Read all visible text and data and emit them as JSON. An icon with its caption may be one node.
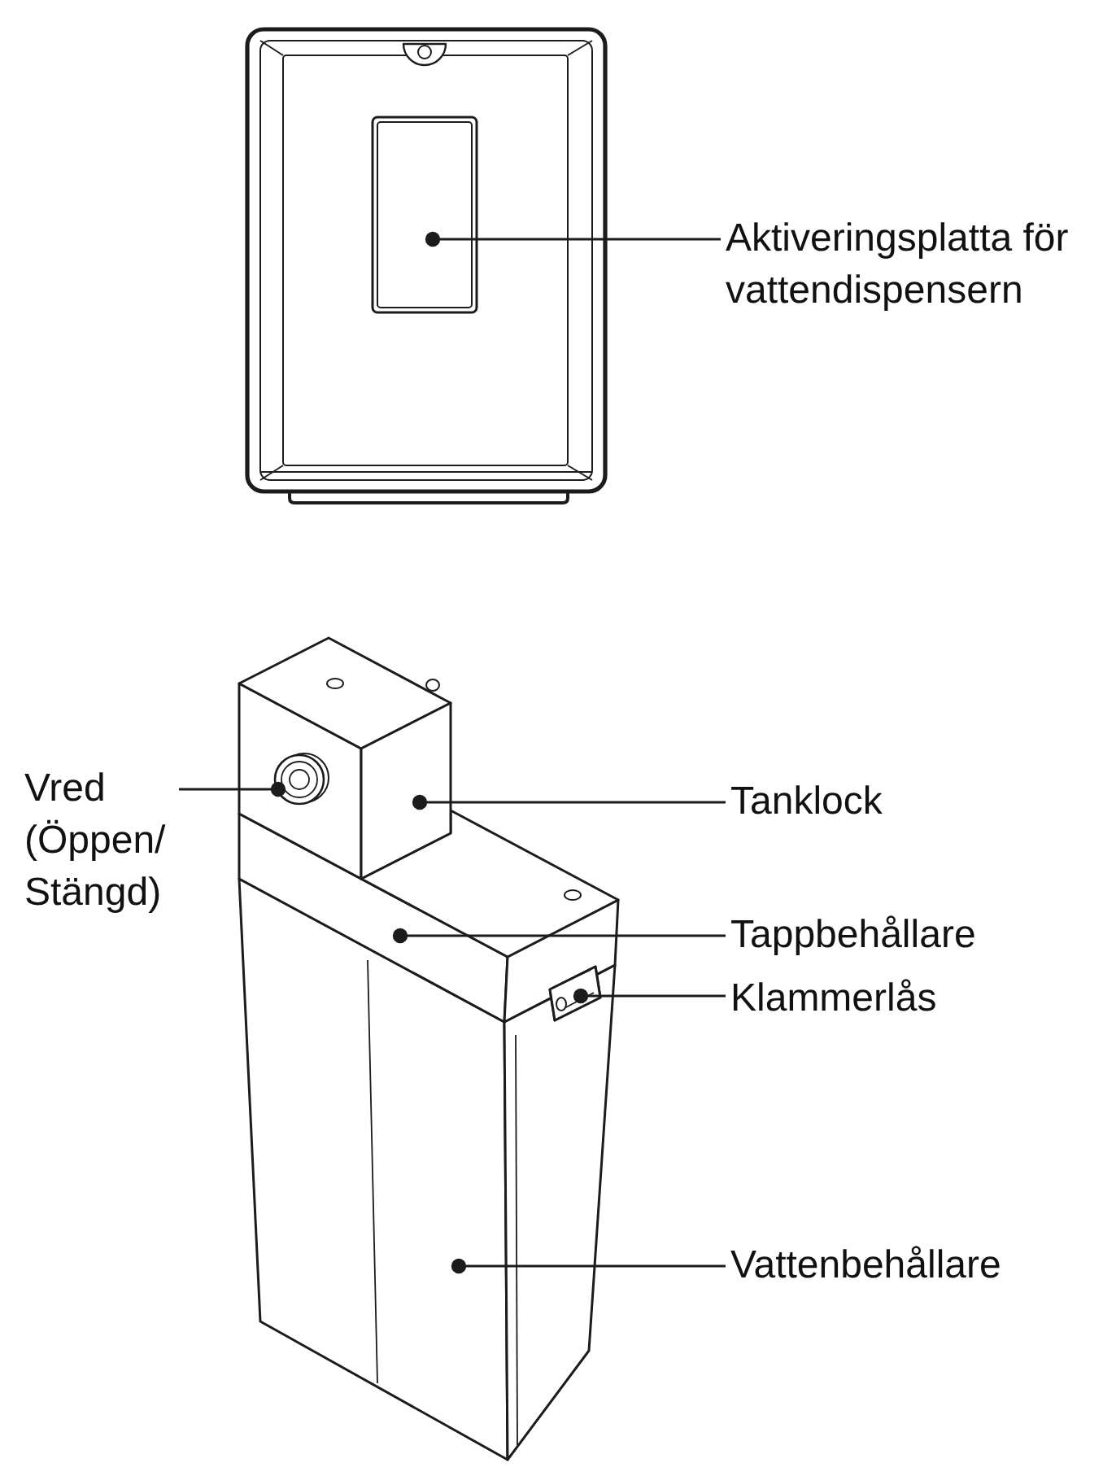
{
  "diagram": {
    "nodes": [
      {
        "text": [
          "Aktiveringsplatta för vattendispensern"
        ]
      },
      {
        "text": [],
        "shape": "box"
      },
      {
        "text": [
          "Vred (Öppen/ Stängd)"
        ]
      },
      {
        "text": [],
        "shape": "circle",
        "in": 5
      },
      {
        "text": [
          "Tanklock"
        ]
      },
      {
        "text": [],
        "shape": "picture"
      },
      {
        "text": [
          "Tappbehållare"
        ]
      },
      {
        "text": [],
        "shape": "picture"
      },
      {
        "text": [
          "Klammerlås"
        ]
      },
      {
        "text": [],
        "shape": "picture"
      },
      {
        "text": [
          "Vattenbehållare"
        ]
      },
      {
        "text": [],
        "shape": "picture"
      }
    ],
    "edges": [
      {
        "from": 0,
        "to": 1,
        "arrow": "other"
      },
      {
        "from": 2,
        "to": 3,
        "arrow": "other"
      },
      {
        "from": 4,
        "to": 5,
        "arrow": "other"
      },
      {
        "from": 6,
        "to": 7,
        "arrow": "other"
      },
      {
        "from": 8,
        "to": 9,
        "arrow": "other"
      },
      {
        "from": 10,
        "to": 11,
        "arrow": "other"
      }
    ]
  }
}
